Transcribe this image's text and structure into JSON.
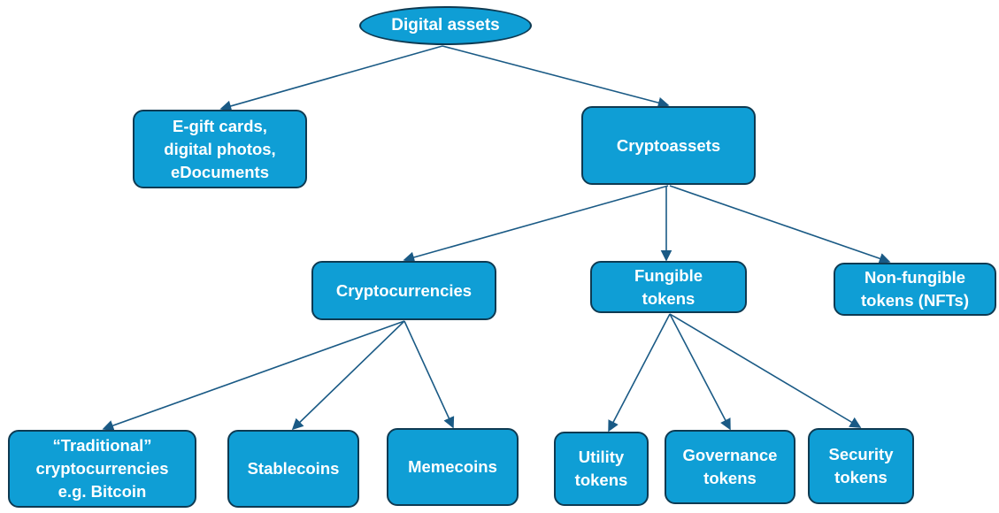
{
  "colors": {
    "fill": "#0f9ed5",
    "border": "#0e3a52",
    "connector": "#1a5a85"
  },
  "nodes": {
    "root": "Digital assets",
    "other": "E-gift cards,\ndigital photos,\neDocuments",
    "cryptoassets": "Cryptoassets",
    "cryptocurrencies": "Cryptocurrencies",
    "fungible": "Fungible\ntokens",
    "nft": "Non-fungible\ntokens (NFTs)",
    "traditional": "“Traditional”\ncryptocurrencies\ne.g. Bitcoin",
    "stablecoins": "Stablecoins",
    "memecoins": "Memecoins",
    "utility": "Utility\ntokens",
    "governance": "Governance\ntokens",
    "security": "Security\ntokens"
  }
}
